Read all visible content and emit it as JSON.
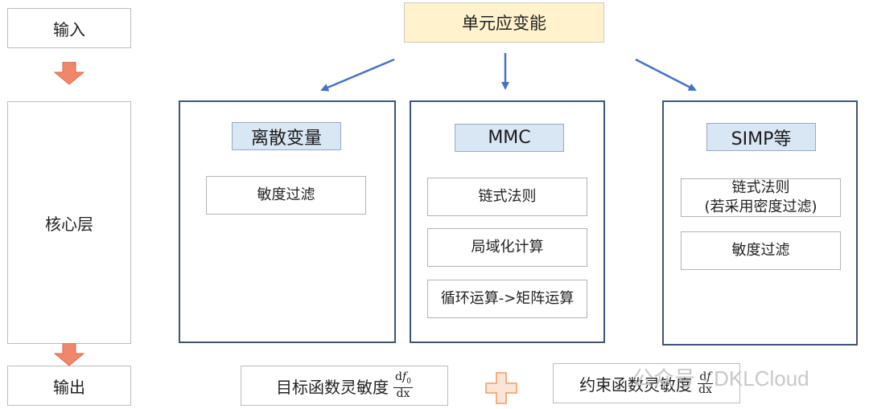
{
  "left_column": {
    "input": "输入",
    "core": "核心层",
    "output": "输出"
  },
  "top": {
    "label": "单元应变能"
  },
  "panels": [
    {
      "header": "离散变量",
      "items": [
        "敏度过滤"
      ]
    },
    {
      "header": "MMC",
      "items": [
        "链式法则",
        "局域化计算",
        "循环运算->矩阵运算"
      ]
    },
    {
      "header": "SIMP等",
      "items": [
        "链式法则\n(若采用密度过滤)",
        "敏度过滤"
      ]
    }
  ],
  "bottom": {
    "objective": {
      "label": "目标函数灵敏度",
      "num_d": "d",
      "num_var": "f",
      "num_sub": "0",
      "den": "dx"
    },
    "constraint": {
      "label": "约束函数灵敏度",
      "num_d": "d",
      "num_var": "f",
      "den": "dx"
    }
  },
  "watermark": {
    "text": "公众号 · DKLCloud"
  },
  "colors": {
    "arrow_orange": "#f0876a",
    "arrow_blue": "#4472c4",
    "plus_fill": "#fbe5d6",
    "plus_stroke": "#f4b183"
  }
}
